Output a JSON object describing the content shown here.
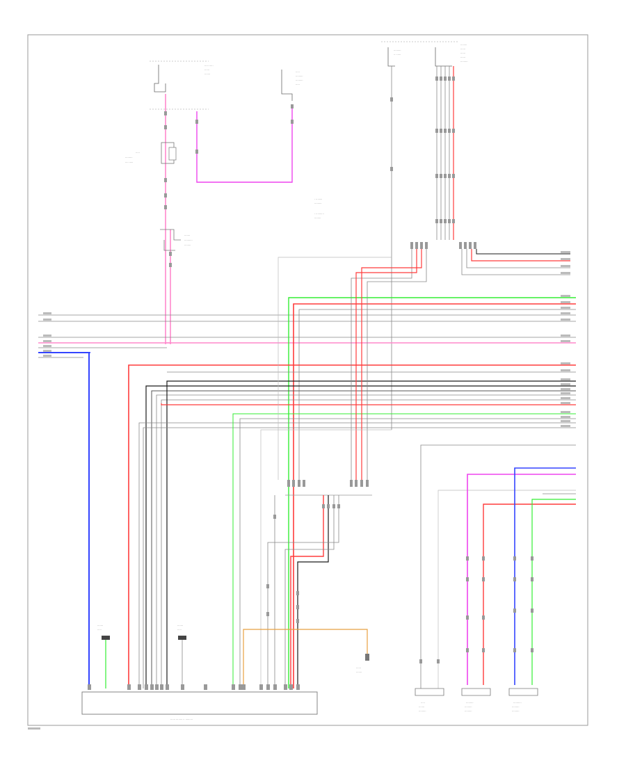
{
  "diagram": {
    "footer_code": "",
    "components": [
      {
        "id": "top-left-connector",
        "label": ""
      },
      {
        "id": "top-middle-connector",
        "label": ""
      },
      {
        "id": "upper-left-module",
        "label": ""
      },
      {
        "id": "lower-left-module",
        "label": ""
      },
      {
        "id": "center-legend",
        "label": ""
      },
      {
        "id": "top-right-connector-a",
        "label": ""
      },
      {
        "id": "top-right-connector-b",
        "label": ""
      },
      {
        "id": "bottom-main-module",
        "label": ""
      },
      {
        "id": "right-sensor-1",
        "label": ""
      },
      {
        "id": "right-sensor-2",
        "label": ""
      },
      {
        "id": "right-sensor-3",
        "label": ""
      }
    ],
    "wire_colors": {
      "black": "#1a1a1a",
      "gray": "#888888",
      "light_gray": "#bbbbbb",
      "red": "#ff3b3b",
      "pink": "#ff88cc",
      "magenta": "#ee44ee",
      "green": "#33ee33",
      "blue": "#3344ff",
      "orange": "#e8a040"
    }
  }
}
